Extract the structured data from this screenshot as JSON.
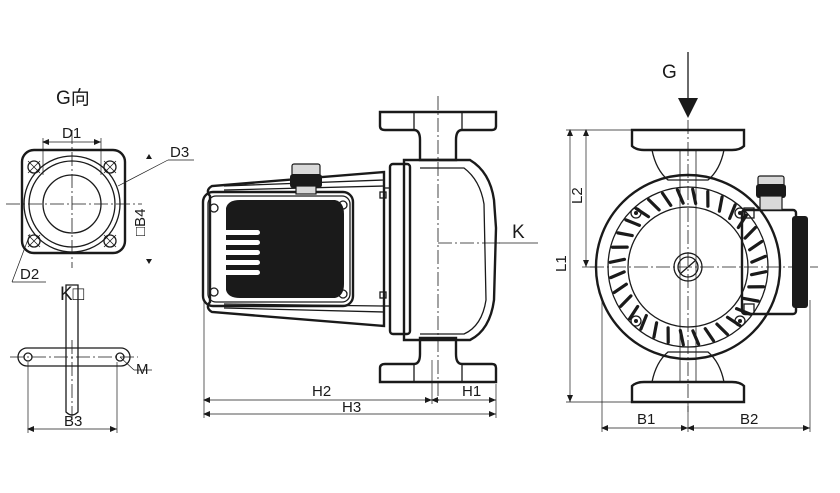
{
  "labels": {
    "view_g": "G向",
    "d1": "D1",
    "d2": "D2",
    "d3": "D3",
    "b4": "□B4",
    "k_square": "K□",
    "m": "M",
    "b3": "B3",
    "h1": "H1",
    "h2": "H2",
    "h3": "H3",
    "k": "K",
    "g": "G",
    "l1": "L1",
    "l2": "L2",
    "b1": "B1",
    "b2": "B2"
  }
}
